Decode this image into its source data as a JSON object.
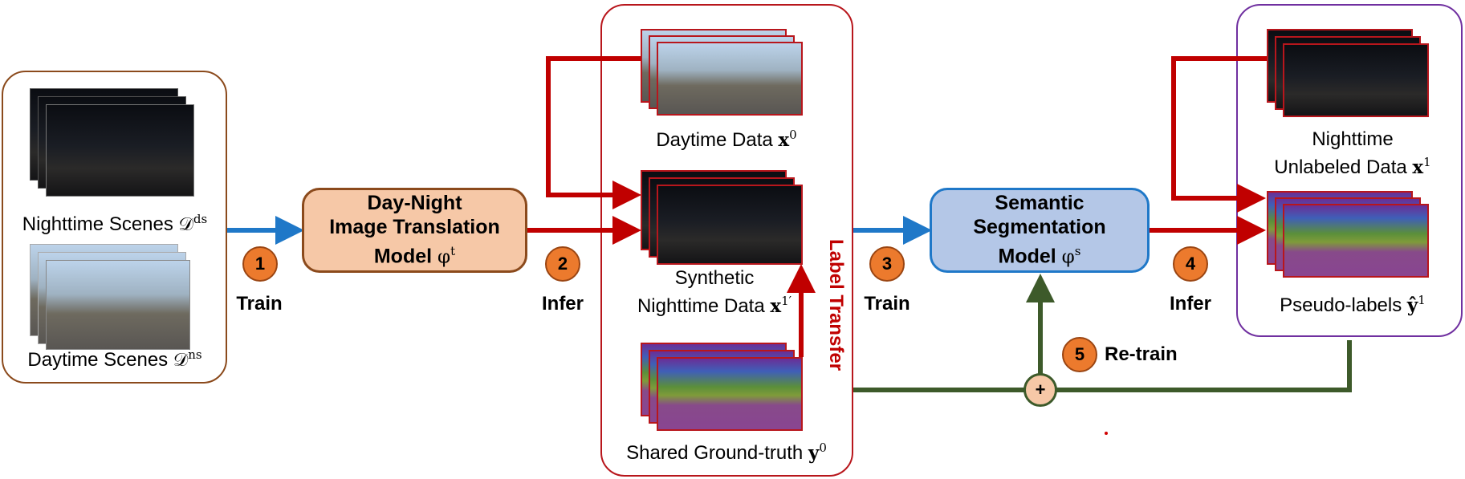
{
  "left": {
    "night_label": "Nighttime Scenes",
    "night_sym": "𝒟",
    "night_sup": "ds",
    "day_label": "Daytime Scenes",
    "day_sym": "𝒟",
    "day_sup": "ns"
  },
  "translation_model": {
    "line1": "Day-Night",
    "line2": "Image Translation",
    "line3": "Model",
    "sym": "φ",
    "sup": "t"
  },
  "segmentation_model": {
    "line1": "Semantic",
    "line2": "Segmentation",
    "line3": "Model",
    "sym": "φ",
    "sup": "s"
  },
  "middle": {
    "daytime_label": "Daytime Data",
    "daytime_sym": "x",
    "daytime_sup": "0",
    "synthetic_line1": "Synthetic",
    "synthetic_line2": "Nighttime Data",
    "synthetic_sym": "x",
    "synthetic_sup": "1′",
    "gt_label": "Shared Ground-truth",
    "gt_sym": "y",
    "gt_sup": "0",
    "label_transfer": "Label Transfer"
  },
  "right": {
    "nighttime_line1": "Nighttime",
    "nighttime_line2": "Unlabeled Data",
    "nighttime_sym": "x",
    "nighttime_sup": "1",
    "pseudo_label": "Pseudo-labels",
    "pseudo_sym": "ŷ",
    "pseudo_sup": "1"
  },
  "steps": [
    {
      "num": "1",
      "text": "Train"
    },
    {
      "num": "2",
      "text": "Infer"
    },
    {
      "num": "3",
      "text": "Train"
    },
    {
      "num": "4",
      "text": "Infer"
    },
    {
      "num": "5",
      "text": "Re-train"
    }
  ],
  "plus": "+",
  "colors": {
    "blue_arrow": "#1f78c8",
    "red_arrow": "#c00000",
    "green_arrow": "#3d5a2a",
    "step_fill": "#ec7a2d",
    "translation_fill": "#f6c8a7",
    "segmentation_fill": "#b4c7e7",
    "left_border": "#8b4a1c",
    "middle_border": "#b8161c",
    "right_border": "#7030a0"
  }
}
